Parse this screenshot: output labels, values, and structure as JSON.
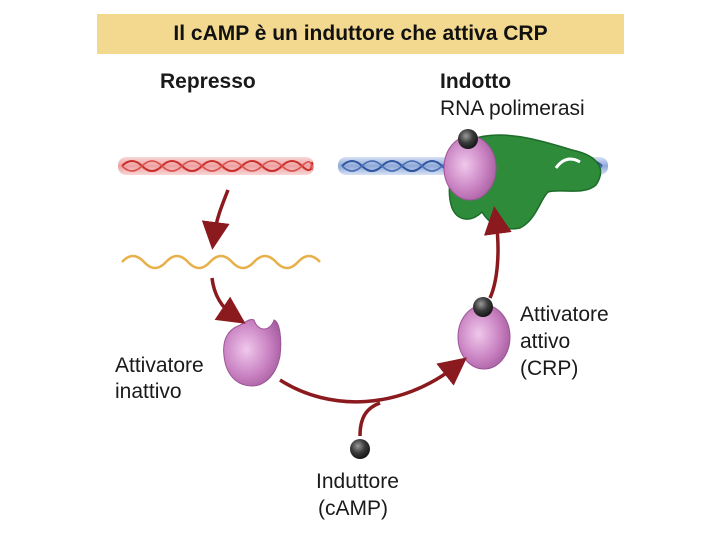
{
  "title": "Il cAMP è un induttore che attiva CRP",
  "labels": {
    "repressed": "Represso",
    "induced": "Indotto",
    "rna_polymerase": "RNA polimerasi",
    "inactive_activator_line1": "Attivatore",
    "inactive_activator_line2": "inattivo",
    "active_activator_line1": "Attivatore",
    "active_activator_line2": "attivo",
    "active_activator_line3": "(CRP)",
    "inducer_line1": "Induttore",
    "inducer_line2": "(cAMP)"
  },
  "colors": {
    "title_bg": "#f3d98f",
    "dna_repressed": "#d9534f",
    "dna_induced": "#4a6fb5",
    "mrna": "#e8b04a",
    "activator": "#c77fc0",
    "polymerase": "#2e8b3a",
    "arrow": "#8b1a1f",
    "inducer": "#3a3a3a"
  }
}
